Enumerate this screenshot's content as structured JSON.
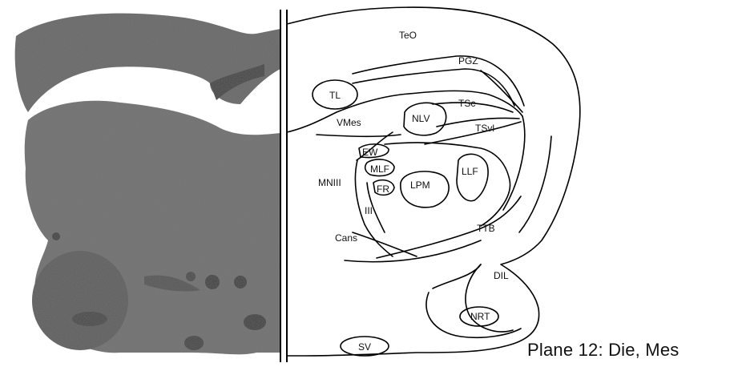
{
  "caption": "Plane 12: Die, Mes",
  "labels": {
    "teo": "TeO",
    "pgz": "PGZ",
    "tl": "TL",
    "tsc": "TSc",
    "tsvl": "TSvl",
    "vmes": "VMes",
    "nlv": "NLV",
    "ew": "EW",
    "mlf": "MLF",
    "mniii": "MNIII",
    "fr": "FR",
    "lpm": "LPM",
    "llf": "LLF",
    "iii": "III",
    "cans": "Cans",
    "ttb": "TTB",
    "dil": "DIL",
    "nrt": "NRT",
    "sv": "SV"
  },
  "colors": {
    "section_tissue": "#6e6e6e",
    "outline": "#000000",
    "background": "#ffffff"
  }
}
